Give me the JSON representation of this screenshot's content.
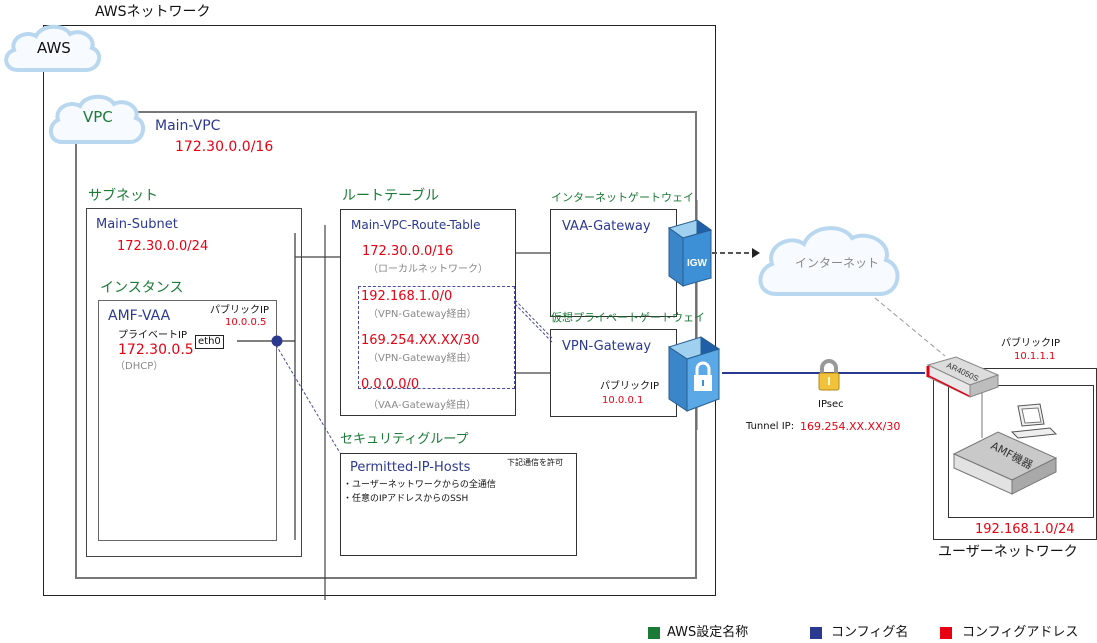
{
  "aws_network": {
    "title": "AWSネットワーク",
    "cloud_label": "AWS"
  },
  "vpc": {
    "cloud_label": "VPC",
    "name": "Main-VPC",
    "cidr": "172.30.0.0/16"
  },
  "subnet": {
    "heading": "サブネット",
    "name": "Main-Subnet",
    "cidr": "172.30.0.0/24"
  },
  "instance": {
    "heading": "インスタンス",
    "name": "AMF-VAA",
    "public_ip_label": "パブリックIP",
    "public_ip": "10.0.0.5",
    "private_ip_label": "プライベートIP",
    "private_ip": "172.30.0.5",
    "private_ip_note": "（DHCP）",
    "interface": "eth0"
  },
  "route_table": {
    "heading": "ルートテーブル",
    "name": "Main-VPC-Route-Table",
    "routes": [
      {
        "dest": "172.30.0.0/16",
        "via": "（ローカルネットワーク）"
      },
      {
        "dest": "192.168.1.0/0",
        "via": "（VPN-Gateway経由）"
      },
      {
        "dest": "169.254.XX.XX/30",
        "via": "（VPN-Gateway経由）"
      },
      {
        "dest": "0.0.0.0/0",
        "via": "（VAA-Gateway経由）"
      }
    ]
  },
  "internet_gateway": {
    "heading": "インターネットゲートウェイ",
    "name": "VAA-Gateway",
    "icon_label": "IGW"
  },
  "vpn_gateway": {
    "heading": "仮想プライベートゲートウェイ",
    "name": "VPN-Gateway",
    "public_ip_label": "パブリックIP",
    "public_ip": "10.0.0.1"
  },
  "security_group": {
    "heading": "セキュリティグループ",
    "name": "Permitted-IP-Hosts",
    "note": "下記通信を許可",
    "rules": [
      "・ユーザーネットワークからの全通信",
      "・任意のIPアドレスからのSSH"
    ]
  },
  "internet": {
    "cloud_label": "インターネット"
  },
  "ipsec": {
    "label": "IPsec",
    "tunnel_label": "Tunnel IP: ",
    "tunnel_ip": "169.254.XX.XX/30"
  },
  "user_network": {
    "title": "ユーザーネットワーク",
    "router_model": "AR4050S",
    "public_ip_label": "パブリックIP",
    "public_ip": "10.1.1.1",
    "device_label": "AMF機器",
    "cidr": "192.168.1.0/24"
  },
  "legend": {
    "items": [
      {
        "label": "AWS設定名称",
        "color": "#1a7a36"
      },
      {
        "label": "コンフィグ名",
        "color": "#2b3990"
      },
      {
        "label": "コンフィグアドレス",
        "color": "#e60012"
      }
    ]
  }
}
